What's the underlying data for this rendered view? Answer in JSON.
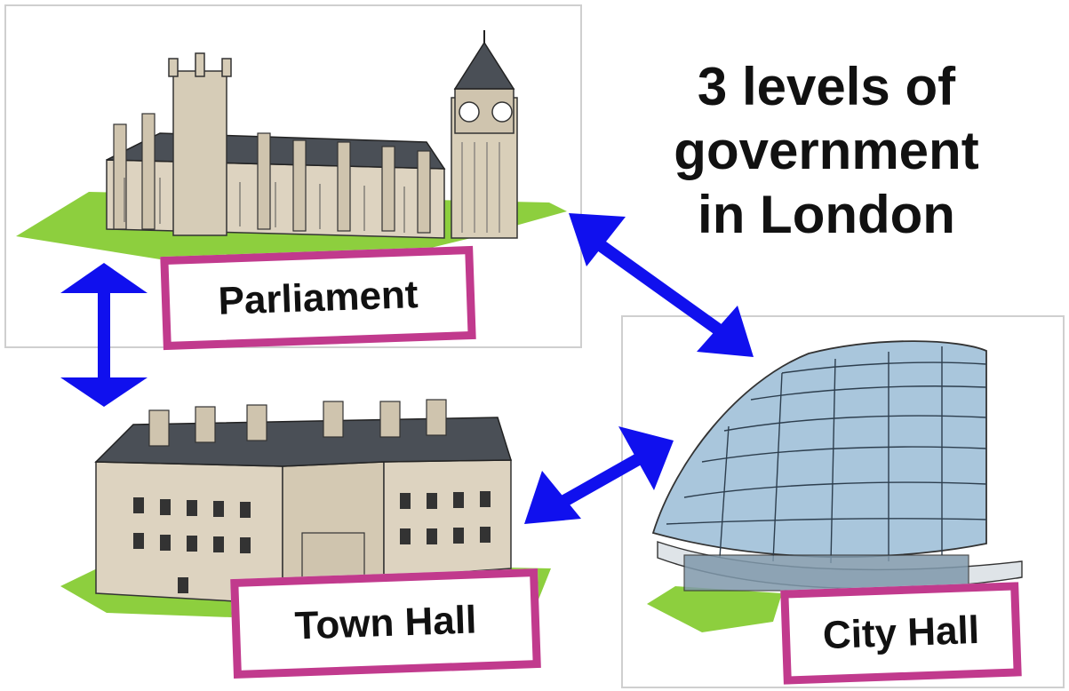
{
  "title": {
    "line1": "3 levels of",
    "line2": "government",
    "line3": "in London"
  },
  "labels": {
    "parliament": "Parliament",
    "town_hall": "Town Hall",
    "city_hall": "City Hall"
  },
  "colors": {
    "arrow": "#1010ee",
    "label_border": "#c13a8d",
    "grass": "#8dcf3e",
    "stone": "#ddd3c0",
    "roof": "#4a4f56",
    "glass": "#a9c6dc"
  }
}
